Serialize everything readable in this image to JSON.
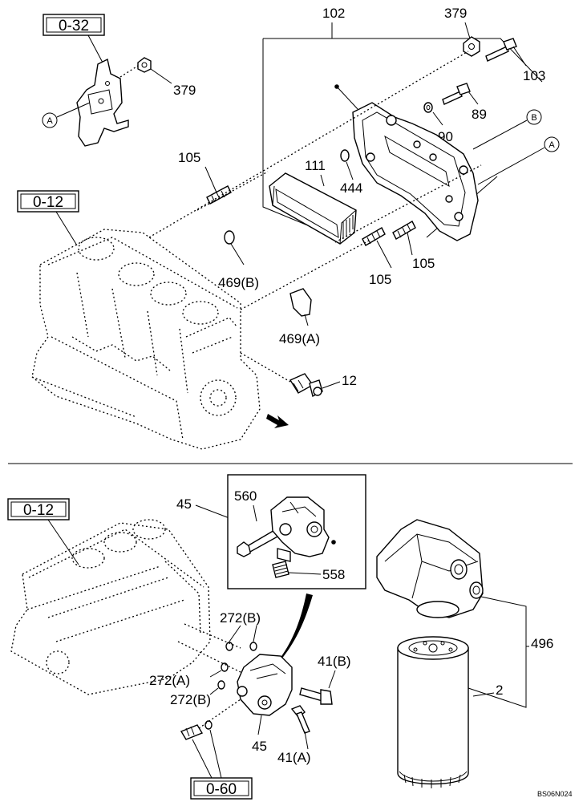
{
  "top": {
    "ref_0_32": "0-32",
    "ref_0_12": "0-12",
    "circle_a": "A",
    "circle_b": "B",
    "labels": {
      "p102": "102",
      "p379_top": "379",
      "p379_left": "379",
      "p103": "103",
      "p89": "89",
      "p90": "90",
      "p105_left": "105",
      "p105_right": "105",
      "p105_mid": "105",
      "p111": "111",
      "p444": "444",
      "p469b": "469(B)",
      "p469a": "469(A)",
      "p12": "12"
    }
  },
  "bottom": {
    "ref_0_12": "0-12",
    "ref_0_60": "0-60",
    "labels": {
      "p45_top": "45",
      "p560": "560",
      "p558": "558",
      "p272b_top": "272(B)",
      "p272a": "272(A)",
      "p272b_bottom": "272(B)",
      "p41b": "41(B)",
      "p41a": "41(A)",
      "p45_bottom": "45",
      "p496": "496",
      "p2": "2"
    }
  },
  "code": "BS06N024"
}
